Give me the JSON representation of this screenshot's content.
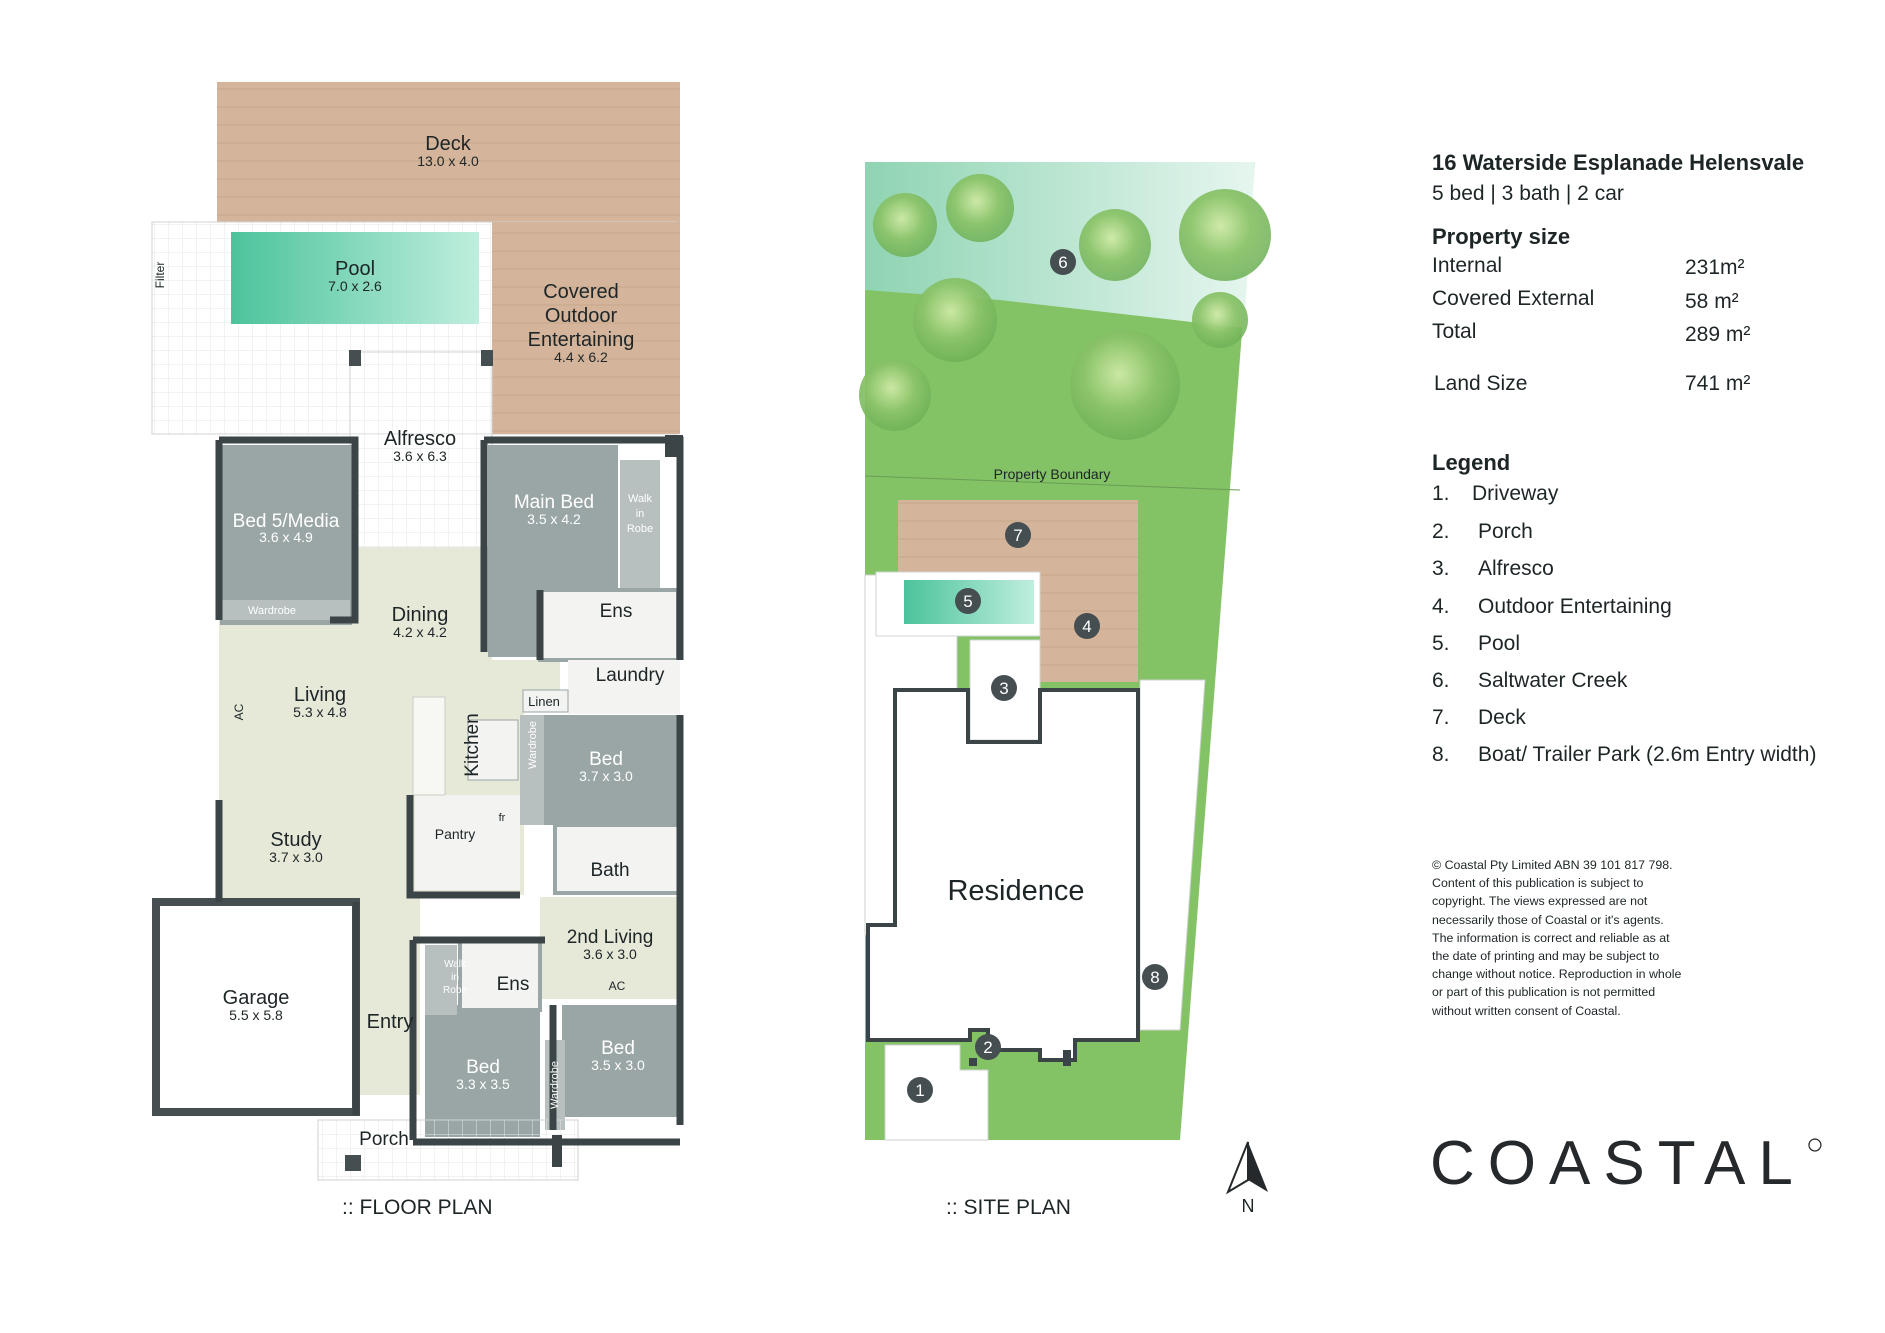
{
  "property": {
    "address": "16 Waterside Esplanade Helensvale",
    "features": "5 bed | 3 bath | 2 car",
    "size_heading": "Property size",
    "sizes": [
      {
        "label": "Internal",
        "value": "231m²"
      },
      {
        "label": "Covered External",
        "value": "58 m²"
      },
      {
        "label": "Total",
        "value": "289 m²"
      },
      {
        "label": "Land Size",
        "value": "741 m²"
      }
    ]
  },
  "legend": {
    "heading": "Legend",
    "items": [
      {
        "num": "1.",
        "label": "Driveway"
      },
      {
        "num": "2.",
        "label": "Porch"
      },
      {
        "num": "3.",
        "label": "Alfresco"
      },
      {
        "num": "4.",
        "label": "Outdoor Entertaining"
      },
      {
        "num": "5.",
        "label": "Pool"
      },
      {
        "num": "6.",
        "label": "Saltwater Creek"
      },
      {
        "num": "7.",
        "label": "Deck"
      },
      {
        "num": "8.",
        "label": "Boat/ Trailer Park (2.6m Entry width)"
      }
    ]
  },
  "copyright": "© Coastal Pty Limited ABN 39 101 817 798. Content of this publication is subject to copyright. The views expressed are not necessarily those of Coastal or it's agents. The information is correct and reliable as at the date of printing and may be subject to change without notice. Reproduction in whole or part of this publication is not permitted without written consent of Coastal.",
  "brand": {
    "logo_text": "COASTAL",
    "color": "#25292b"
  },
  "captions": {
    "floor_plan": ":: FLOOR PLAN",
    "site_plan": ":: SITE PLAN",
    "north": "N"
  },
  "floor_plan": {
    "deck": {
      "name": "Deck",
      "dims": "13.0 x 4.0"
    },
    "filter": "Filter",
    "pool": {
      "name": "Pool",
      "dims": "7.0 x 2.6"
    },
    "covered": {
      "line1": "Covered",
      "line2": "Outdoor",
      "line3": "Entertaining",
      "dims": "4.4 x 6.2"
    },
    "alfresco": {
      "name": "Alfresco",
      "dims": "3.6 x 6.3"
    },
    "bed5": {
      "name": "Bed 5/Media",
      "dims": "3.6 x 4.9"
    },
    "wardrobe": "Wardrobe",
    "main_bed": {
      "name": "Main Bed",
      "dims": "3.5 x 4.2"
    },
    "walk_in_robe": {
      "line1": "Walk",
      "line2": "in",
      "line3": "Robe"
    },
    "dining": {
      "name": "Dining",
      "dims": "4.2 x 4.2"
    },
    "ens": "Ens",
    "laundry": "Laundry",
    "linen": "Linen",
    "living": {
      "name": "Living",
      "dims": "5.3 x 4.8"
    },
    "ac": "AC",
    "kitchen": "Kitchen",
    "bed_a": {
      "name": "Bed",
      "dims": "3.7 x 3.0"
    },
    "pantry": "Pantry",
    "fr": "fr",
    "bath": "Bath",
    "study": {
      "name": "Study",
      "dims": "3.7 x 3.0"
    },
    "second_living": {
      "name": "2nd Living",
      "dims": "3.6 x 3.0"
    },
    "garage": {
      "name": "Garage",
      "dims": "5.5 x 5.8"
    },
    "entry": "Entry",
    "bed_b": {
      "name": "Bed",
      "dims": "3.3 x 3.5"
    },
    "bed_c": {
      "name": "Bed",
      "dims": "3.5 x 3.0"
    },
    "porch": "Porch"
  },
  "site_plan": {
    "residence": "Residence",
    "property_boundary": "Property Boundary",
    "markers": [
      "1",
      "2",
      "3",
      "4",
      "5",
      "6",
      "7",
      "8"
    ]
  },
  "colors": {
    "deck": "#d4b49a",
    "room": "#9aa5a5",
    "living": "#e6e9d8",
    "wall": "#3b4446",
    "pool": "#55c8a2",
    "grass": "#84c266",
    "creek": "#a8dcc3",
    "marker": "#454e51"
  }
}
